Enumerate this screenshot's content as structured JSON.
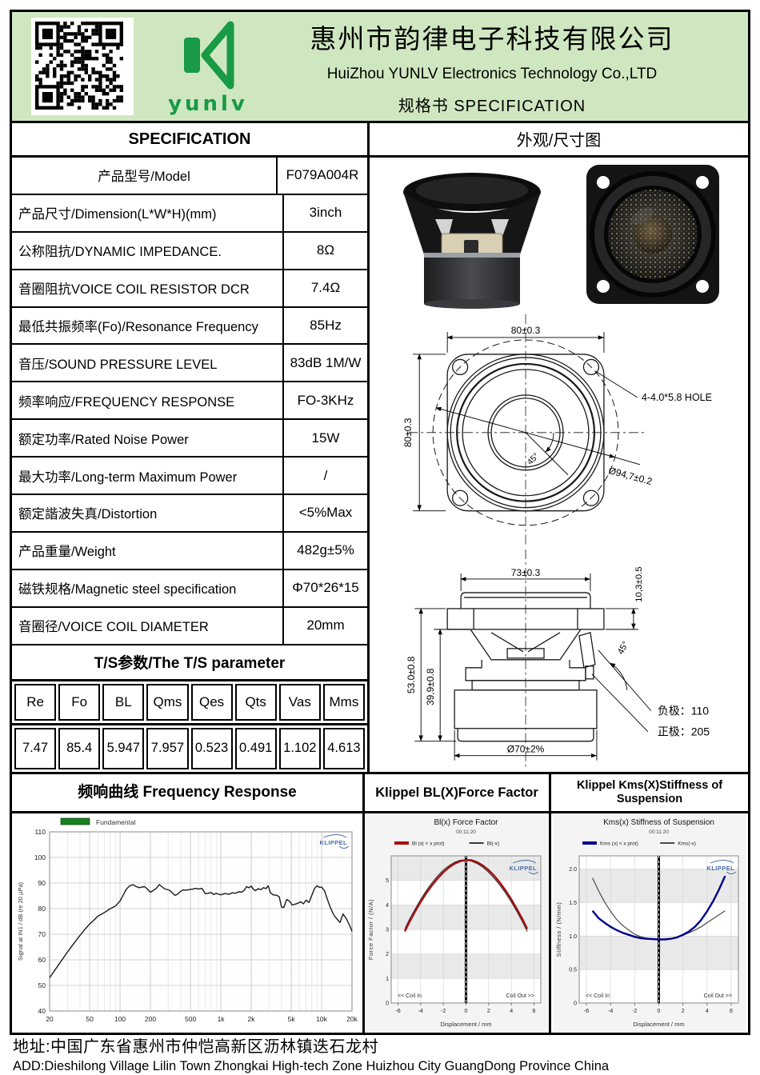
{
  "header": {
    "company_cn": "惠州市韵律电子科技有限公司",
    "company_en": "HuiZhou YUNLV Electronics Technology Co.,LTD",
    "doc_type": "规格书  SPECIFICATION",
    "logo_word": "yunlv",
    "brand_green": "#189a47",
    "band_green": "#cfe7c0"
  },
  "spec": {
    "title": "SPECIFICATION",
    "rows": [
      {
        "label": "产品型号/Model",
        "value": "F079A004R"
      },
      {
        "label": "产品尺寸/Dimension(L*W*H)(mm)",
        "value": "3inch"
      },
      {
        "label": "公称阻抗/DYNAMIC IMPEDANCE.",
        "value": "8Ω"
      },
      {
        "label": "音圈阻抗VOICE COIL RESISTOR DCR",
        "value": "7.4Ω"
      },
      {
        "label": "最低共振频率(Fo)/Resonance Frequency",
        "value": "85Hz"
      },
      {
        "label": "音压/SOUND PRESSURE LEVEL",
        "value": "83dB 1M/W"
      },
      {
        "label": "频率响应/FREQUENCY RESPONSE",
        "value": "FO-3KHz"
      },
      {
        "label": "额定功率/Rated Noise Power",
        "value": "15W"
      },
      {
        "label": "最大功率/Long-term Maximum Power",
        "value": "/"
      },
      {
        "label": "额定諧波失真/Distortion",
        "value": "<5%Max"
      },
      {
        "label": "产品重量/Weight",
        "value": "482g±5%"
      },
      {
        "label": "磁铁规格/Magnetic steel specification",
        "value": "Φ70*26*15"
      },
      {
        "label": "音圈径/VOICE COIL DIAMETER",
        "value": "20mm"
      }
    ]
  },
  "ts": {
    "title": "T/S参数/The T/S parameter",
    "headers": [
      "Re",
      "Fo",
      "BL",
      "Qms",
      "Qes",
      "Qts",
      "Vas",
      "Mms"
    ],
    "values": [
      "7.47",
      "85.4",
      "5.947",
      "7.957",
      "0.523",
      "0.491",
      "1.102",
      "4.613"
    ]
  },
  "drawing": {
    "panel_title": "外观/尺寸图",
    "front": {
      "width": "80±0.3",
      "height": "80±0.3",
      "hole": "4-4.0*5.8 HOLE",
      "bolt_circle": "Ø94,7±0.2",
      "angle": "45°"
    },
    "side": {
      "width": "73±0.3",
      "flange": "10,3±0.5",
      "total_height": "53.0±0.8",
      "body_height": "39,9±0.8",
      "angle": "45°",
      "negative": "负极：110",
      "positive": "正极：205",
      "magnet": "Ø70±2%"
    }
  },
  "chart_data": [
    {
      "type": "line",
      "panel_title": "频响曲线 Frequency Response",
      "title": "",
      "x_scale": "log",
      "xlim": [
        20,
        20000
      ],
      "ylim": [
        40,
        110
      ],
      "x_ticks": [
        20,
        50,
        100,
        200,
        500,
        1000,
        2000,
        5000,
        10000,
        20000
      ],
      "x_tick_labels": [
        "20",
        "50",
        "100",
        "200",
        "500",
        "1k",
        "2k",
        "5k",
        "10k",
        "20k"
      ],
      "y_ticks": [
        40,
        50,
        60,
        70,
        80,
        90,
        100,
        110
      ],
      "y_tick_labels": [
        "40",
        "50",
        "60",
        "70",
        "80",
        "90",
        "100",
        "110"
      ],
      "xlabel": "",
      "ylabel": "Signal at IN1 / dB (re 20 µPa)",
      "legend_position": "top-left",
      "watermark": "KLIPPEL",
      "series": [
        {
          "name": "Fundamental",
          "color": "#1a1a1a",
          "legend_swatch": "#17801f",
          "points": [
            [
              20,
              53
            ],
            [
              25,
              58.5
            ],
            [
              30,
              63
            ],
            [
              35,
              66.5
            ],
            [
              40,
              69.5
            ],
            [
              45,
              72
            ],
            [
              50,
              74
            ],
            [
              55,
              75.5
            ],
            [
              60,
              77
            ],
            [
              70,
              78.5
            ],
            [
              80,
              80
            ],
            [
              90,
              81
            ],
            [
              100,
              83
            ],
            [
              108,
              85.5
            ],
            [
              115,
              87.5
            ],
            [
              125,
              89
            ],
            [
              135,
              89.3
            ],
            [
              145,
              88.6
            ],
            [
              155,
              88.2
            ],
            [
              165,
              88.4
            ],
            [
              175,
              88.6
            ],
            [
              185,
              87.8
            ],
            [
              200,
              86.4
            ],
            [
              215,
              87.2
            ],
            [
              230,
              88
            ],
            [
              245,
              89.4
            ],
            [
              260,
              88.6
            ],
            [
              275,
              87.8
            ],
            [
              290,
              87.5
            ],
            [
              310,
              87.2
            ],
            [
              330,
              86.2
            ],
            [
              350,
              85.2
            ],
            [
              370,
              85.6
            ],
            [
              395,
              86.6
            ],
            [
              420,
              87.3
            ],
            [
              450,
              87.2
            ],
            [
              480,
              87.4
            ],
            [
              520,
              87.6
            ],
            [
              560,
              87.9
            ],
            [
              600,
              87.7
            ],
            [
              650,
              87.9
            ],
            [
              700,
              85.8
            ],
            [
              750,
              86
            ],
            [
              800,
              86.3
            ],
            [
              850,
              85.5
            ],
            [
              900,
              86
            ],
            [
              950,
              85.6
            ],
            [
              1000,
              85.4
            ],
            [
              1100,
              85.9
            ],
            [
              1200,
              85.6
            ],
            [
              1300,
              86.2
            ],
            [
              1400,
              86
            ],
            [
              1500,
              86.6
            ],
            [
              1600,
              86.4
            ],
            [
              1700,
              87.1
            ],
            [
              1800,
              88.6
            ],
            [
              1900,
              88.2
            ],
            [
              2000,
              88.8
            ],
            [
              2100,
              87.6
            ],
            [
              2200,
              87
            ],
            [
              2350,
              87.8
            ],
            [
              2500,
              87.4
            ],
            [
              2650,
              88.2
            ],
            [
              2800,
              87.8
            ],
            [
              2950,
              88.9
            ],
            [
              3100,
              86.2
            ],
            [
              3300,
              85.4
            ],
            [
              3600,
              85.2
            ],
            [
              3800,
              84.6
            ],
            [
              4000,
              80.6
            ],
            [
              4200,
              80.4
            ],
            [
              4500,
              83.6
            ],
            [
              4800,
              82.9
            ],
            [
              5100,
              81.4
            ],
            [
              5400,
              81.7
            ],
            [
              5800,
              82.1
            ],
            [
              6200,
              82.7
            ],
            [
              6600,
              81.9
            ],
            [
              7000,
              83.3
            ],
            [
              7500,
              82.4
            ],
            [
              8000,
              85.3
            ],
            [
              8500,
              87.9
            ],
            [
              9000,
              88.9
            ],
            [
              9500,
              88.3
            ],
            [
              10000,
              88.4
            ],
            [
              10700,
              86.9
            ],
            [
              11500,
              83.2
            ],
            [
              12300,
              80.1
            ],
            [
              13200,
              77.5
            ],
            [
              14200,
              75.9
            ],
            [
              15200,
              74.6
            ],
            [
              16300,
              77.9
            ],
            [
              17500,
              76.2
            ],
            [
              18700,
              73.9
            ],
            [
              20000,
              71.2
            ]
          ]
        }
      ]
    },
    {
      "type": "line",
      "panel_title": "Klippel BL(X)Force Factor",
      "title": "Bl(x) Force Factor",
      "subtitle": "00:11:20",
      "xlim": [
        -6.6,
        6.6
      ],
      "ylim": [
        0,
        6
      ],
      "x_ticks": [
        -6,
        -4,
        -2,
        0,
        2,
        4,
        6
      ],
      "x_tick_labels": [
        "-6",
        "-4",
        "-2",
        "0",
        "2",
        "4",
        "6"
      ],
      "y_ticks": [
        0,
        1,
        2,
        3,
        4,
        5
      ],
      "y_tick_labels": [
        "0",
        "1",
        "2",
        "3",
        "4",
        "5"
      ],
      "xlabel": "Displacement / mm",
      "ylabel": "Force Factor / (N/A)",
      "annotations": [
        "<< Coil In",
        "Coil Out >>"
      ],
      "watermark": "KLIPPEL",
      "center_marker": 0,
      "series": [
        {
          "name": "Bl (x| < x prot)",
          "color": "#a50f0f",
          "points": [
            [
              -5.4,
              2.92
            ],
            [
              -5,
              3.3
            ],
            [
              -4.5,
              3.72
            ],
            [
              -4,
              4.12
            ],
            [
              -3.5,
              4.48
            ],
            [
              -3,
              4.8
            ],
            [
              -2.5,
              5.08
            ],
            [
              -2,
              5.33
            ],
            [
              -1.5,
              5.53
            ],
            [
              -1,
              5.68
            ],
            [
              -0.5,
              5.78
            ],
            [
              0,
              5.83
            ],
            [
              0.5,
              5.82
            ],
            [
              1,
              5.74
            ],
            [
              1.5,
              5.6
            ],
            [
              2,
              5.42
            ],
            [
              2.5,
              5.18
            ],
            [
              3,
              4.9
            ],
            [
              3.5,
              4.58
            ],
            [
              4,
              4.22
            ],
            [
              4.5,
              3.82
            ],
            [
              5,
              3.4
            ],
            [
              5.4,
              3.02
            ]
          ]
        },
        {
          "name": "Bl(-x)",
          "color": "#3c3c3c",
          "points": [
            [
              -5.4,
              3.02
            ],
            [
              -5,
              3.4
            ],
            [
              -4.5,
              3.82
            ],
            [
              -4,
              4.22
            ],
            [
              -3.5,
              4.58
            ],
            [
              -3,
              4.9
            ],
            [
              -2.5,
              5.18
            ],
            [
              -2,
              5.42
            ],
            [
              -1.5,
              5.6
            ],
            [
              -1,
              5.74
            ],
            [
              -0.5,
              5.82
            ],
            [
              0,
              5.83
            ],
            [
              0.5,
              5.78
            ],
            [
              1,
              5.68
            ],
            [
              1.5,
              5.53
            ],
            [
              2,
              5.33
            ],
            [
              2.5,
              5.08
            ],
            [
              3,
              4.8
            ],
            [
              3.5,
              4.48
            ],
            [
              4,
              4.12
            ],
            [
              4.5,
              3.72
            ],
            [
              5,
              3.3
            ],
            [
              5.4,
              2.92
            ]
          ]
        }
      ]
    },
    {
      "type": "line",
      "panel_title": "Klippel Kms(X)Stiffness of Suspension",
      "title": "Kms(x) Stiffness of Suspension",
      "subtitle": "00:11:20",
      "xlim": [
        -6.6,
        6.6
      ],
      "ylim": [
        0,
        2.2
      ],
      "x_ticks": [
        -6,
        -4,
        -2,
        0,
        2,
        4,
        6
      ],
      "x_tick_labels": [
        "-6",
        "-4",
        "-2",
        "0",
        "2",
        "4",
        "6"
      ],
      "y_ticks": [
        0,
        0.5,
        1,
        1.5,
        2
      ],
      "y_tick_labels": [
        "0",
        "0.5",
        "1.0",
        "1.5",
        "2.0"
      ],
      "xlabel": "Displacement / mm",
      "ylabel": "Stiffness / (N/mm)",
      "annotations": [
        "<< Coil In",
        "Coil Out >>"
      ],
      "watermark": "KLIPPEL",
      "center_marker": 0,
      "series": [
        {
          "name": "Kms (x| < x prot)",
          "color": "#00008b",
          "points": [
            [
              -5.5,
              1.38
            ],
            [
              -5,
              1.27
            ],
            [
              -4.5,
              1.2
            ],
            [
              -4,
              1.14
            ],
            [
              -3.5,
              1.09
            ],
            [
              -3,
              1.05
            ],
            [
              -2.5,
              1.02
            ],
            [
              -2,
              0.99
            ],
            [
              -1.5,
              0.97
            ],
            [
              -1,
              0.96
            ],
            [
              -0.5,
              0.955
            ],
            [
              0,
              0.95
            ],
            [
              0.5,
              0.95
            ],
            [
              1,
              0.96
            ],
            [
              1.5,
              0.98
            ],
            [
              2,
              1.02
            ],
            [
              2.5,
              1.07
            ],
            [
              3,
              1.14
            ],
            [
              3.5,
              1.24
            ],
            [
              4,
              1.37
            ],
            [
              4.5,
              1.52
            ],
            [
              5,
              1.7
            ],
            [
              5.5,
              1.9
            ]
          ]
        },
        {
          "name": "Kms(-x)",
          "color": "#4a4a4a",
          "points": [
            [
              -5.5,
              1.87
            ],
            [
              -5,
              1.68
            ],
            [
              -4.5,
              1.51
            ],
            [
              -4,
              1.37
            ],
            [
              -3.5,
              1.25
            ],
            [
              -3,
              1.16
            ],
            [
              -2.5,
              1.09
            ],
            [
              -2,
              1.03
            ],
            [
              -1.5,
              0.99
            ],
            [
              -1,
              0.97
            ],
            [
              -0.5,
              0.955
            ],
            [
              0,
              0.95
            ],
            [
              0.5,
              0.955
            ],
            [
              1,
              0.96
            ],
            [
              1.5,
              0.98
            ],
            [
              2,
              1.01
            ],
            [
              2.5,
              1.05
            ],
            [
              3,
              1.09
            ],
            [
              3.5,
              1.14
            ],
            [
              4,
              1.2
            ],
            [
              4.5,
              1.26
            ],
            [
              5,
              1.32
            ],
            [
              5.5,
              1.38
            ]
          ]
        }
      ]
    }
  ],
  "footer": {
    "address_cn": "地址:中国广东省惠州市仲恺高新区沥林镇迭石龙村",
    "address_en": "ADD:Dieshilong Village Lilin  Town Zhongkai High-tech Zone Huizhou City GuangDong Province China"
  }
}
